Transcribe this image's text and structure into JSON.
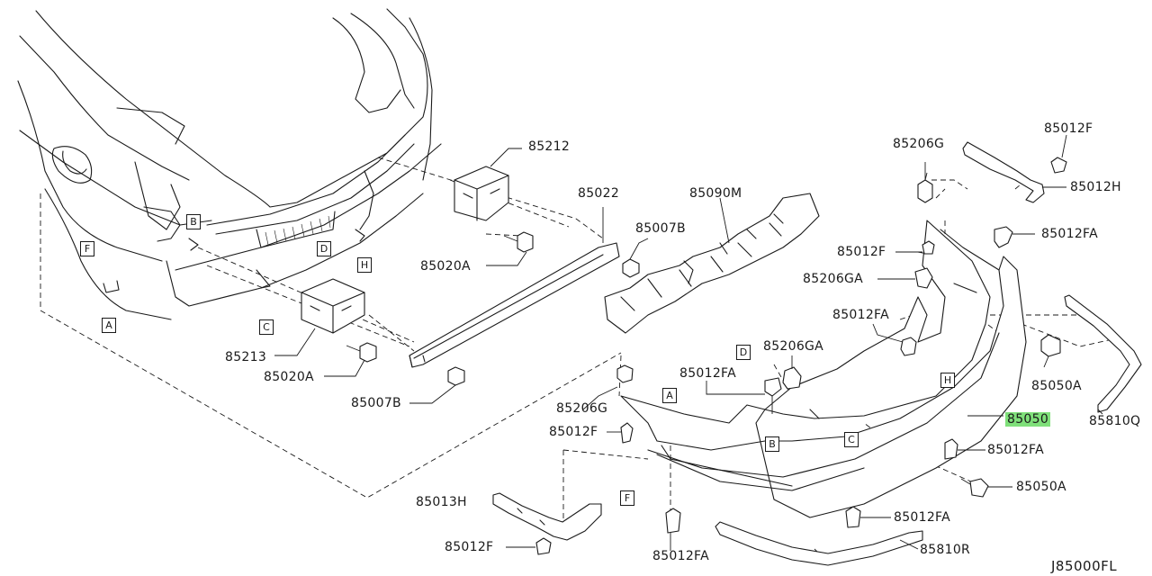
{
  "diagram": {
    "code": "J85000FL",
    "part_labels": {
      "p85212": "85212",
      "p85022": "85022",
      "p85090M": "85090M",
      "p85206G_top": "85206G",
      "p85012F_top": "85012F",
      "p85012H": "85012H",
      "p85007B_top": "85007B",
      "p85020A_top": "85020A",
      "p85012F_mid": "85012F",
      "p85012FA_topright": "85012FA",
      "p85206GA_mid": "85206GA",
      "p85012FA_mid": "85012FA",
      "p85213": "85213",
      "p85020A_bot": "85020A",
      "p85007B_bot": "85007B",
      "p85206GA_low": "85206GA",
      "p85012FA_low": "85012FA",
      "p85050A_top": "85050A",
      "p85810Q": "85810Q",
      "p85206G_low": "85206G",
      "p85050": "85050",
      "p85012F_low": "85012F",
      "p85012FA_right": "85012FA",
      "p85013H": "85013H",
      "p85050A_bot": "85050A",
      "p85012FA_bottom_right": "85012FA",
      "p85012F_bottom": "85012F",
      "p85012FA_bottom": "85012FA",
      "p85810R": "85810R"
    },
    "callouts": {
      "B_left": "B",
      "F_left": "F",
      "A_left": "A",
      "C_left": "C",
      "D_left": "D",
      "H_left": "H",
      "D_right": "D",
      "H_right": "H",
      "A_right": "A",
      "B_right": "B",
      "C_right": "C",
      "F_right": "F"
    },
    "highlight_color": "#7fe07a"
  }
}
